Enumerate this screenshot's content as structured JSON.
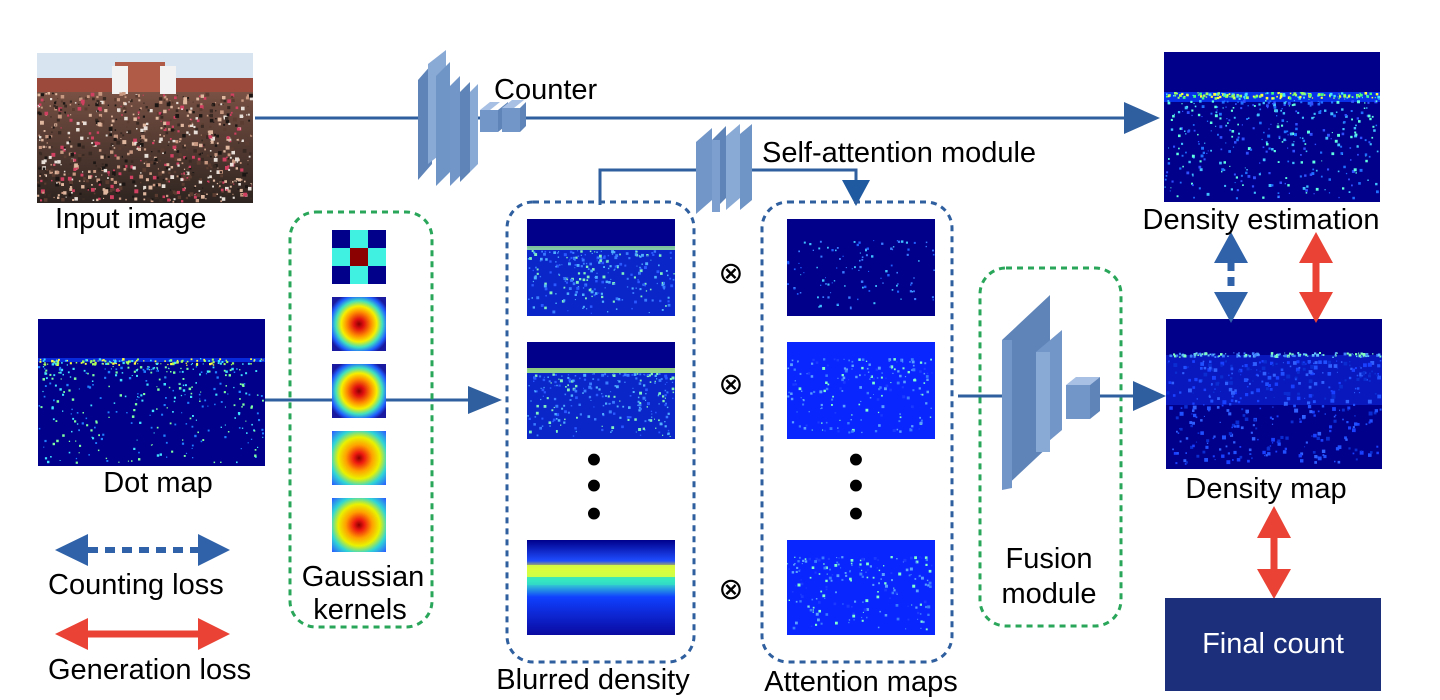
{
  "labels": {
    "counter": "Counter",
    "input_image": "Input image",
    "self_attention": "Self-attention module",
    "density_estimation": "Density estimation",
    "dot_map": "Dot map",
    "gaussian_line1": "Gaussian",
    "gaussian_line2": "kernels",
    "blurred_density": "Blurred density",
    "attention_maps": "Attention maps",
    "fusion_line1": "Fusion",
    "fusion_line2": "module",
    "density_map": "Density map",
    "final_count": "Final count",
    "counting_loss": "Counting loss",
    "generation_loss": "Generation loss"
  },
  "symbols": {
    "otimes": "⊗",
    "dots": "•"
  },
  "colors": {
    "flow_arrow": "#2f5f9e",
    "counting_loss": "#2f62a8",
    "generation_loss": "#ea4335",
    "gaussian_group_border": "#2aa65a",
    "blurred_group_border": "#2f5f9e",
    "network_block": "#7396c8",
    "final_count_box": "#1b2f7a",
    "heatmap_bg": "#00008b"
  }
}
